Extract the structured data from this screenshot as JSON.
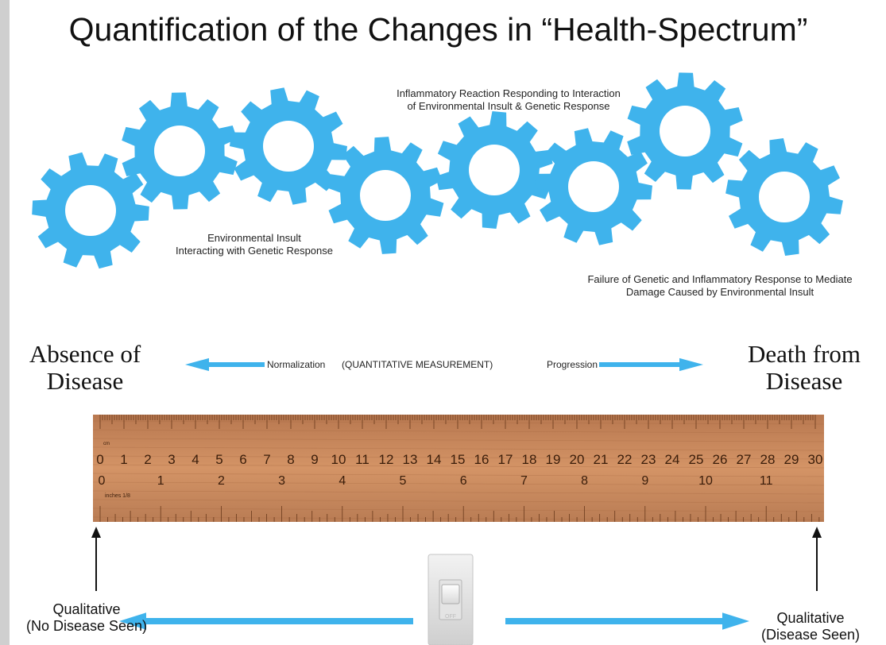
{
  "title": "Quantification of the Changes in “Health-Spectrum”",
  "gear_labels": {
    "top_line1": "Inflammatory Reaction Responding to Interaction",
    "top_line2": "of Environmental Insult & Genetic Response",
    "left_line1": "Environmental Insult",
    "left_line2": "Interacting with Genetic Response",
    "right_line1": "Failure of Genetic and Inflammatory Response to Mediate",
    "right_line2": "Damage Caused by Environmental Insult"
  },
  "spectrum": {
    "left_line1": "Absence of",
    "left_line2": "Disease",
    "right_line1": "Death from",
    "right_line2": "Disease",
    "arrow_left": "Normalization",
    "arrow_center": "(QUANTITATIVE MEASUREMENT)",
    "arrow_right": "Progression"
  },
  "ruler": {
    "cm_unit": "cm",
    "inch_unit": "inches 1/8",
    "cm_numbers": [
      "0",
      "1",
      "2",
      "3",
      "4",
      "5",
      "6",
      "7",
      "8",
      "9",
      "10",
      "11",
      "12",
      "13",
      "14",
      "15",
      "16",
      "17",
      "18",
      "19",
      "20",
      "21",
      "22",
      "23",
      "24",
      "25",
      "26",
      "27",
      "28",
      "29",
      "30"
    ],
    "inch_numbers": [
      "0",
      "1",
      "2",
      "3",
      "4",
      "5",
      "6",
      "7",
      "8",
      "9",
      "10",
      "11"
    ]
  },
  "switch_label": "OFF",
  "qualitative": {
    "left_line1": "Qualitative",
    "left_line2": "(No Disease Seen)",
    "right_line1": "Qualitative",
    "right_line2": "(Disease Seen)"
  },
  "colors": {
    "gear": "#3fb3ec",
    "arrow": "#3fb3ec",
    "ruler": "#c98a5a",
    "ruler_dark": "#6a3a1c"
  },
  "icons": [
    "gear-icon",
    "double-arrow-icon",
    "up-arrow-icon",
    "toggle-switch-icon"
  ]
}
